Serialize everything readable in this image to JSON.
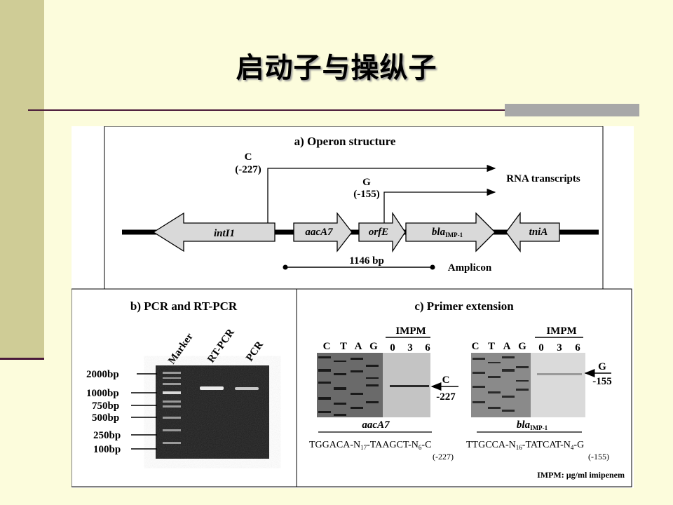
{
  "slide": {
    "title": "启动子与操纵子"
  },
  "figure": {
    "panel_a": {
      "title": "a) Operon structure",
      "promoter1": {
        "base": "C",
        "pos": "(-227)"
      },
      "promoter2": {
        "base": "G",
        "pos": "(-155)"
      },
      "rna_label": "RNA transcripts",
      "genes": [
        {
          "name": "intI1"
        },
        {
          "name": "aacA7"
        },
        {
          "name": "orfE"
        },
        {
          "name": "bla",
          "sub": "IMP-1"
        },
        {
          "name": "tniA"
        }
      ],
      "amplicon_size": "1146 bp",
      "amplicon_label": "Amplicon"
    },
    "panel_b": {
      "title": "b) PCR and RT-PCR",
      "lanes": [
        "Marker",
        "RT-PCR",
        "PCR"
      ],
      "ladder": [
        "2000bp",
        "1000bp",
        "750bp",
        "500bp",
        "250bp",
        "100bp"
      ]
    },
    "panel_c": {
      "title": "c) Primer extension",
      "left": {
        "impm": "IMPM",
        "bases": [
          "C",
          "T",
          "A",
          "G"
        ],
        "conc": [
          "0",
          "3",
          "6"
        ],
        "arrow_base": "C",
        "arrow_pos": "-227",
        "gene": "aacA7",
        "seq": {
          "a": "TGGACA-N",
          "a_sub": "17",
          "b": "-TAAGCT-N",
          "b_sub": "6",
          "c": "-C"
        },
        "seq_pos": "(-227)"
      },
      "right": {
        "impm": "IMPM",
        "bases": [
          "C",
          "T",
          "A",
          "G"
        ],
        "conc": [
          "0",
          "3",
          "6"
        ],
        "arrow_base": "G",
        "arrow_pos": "-155",
        "gene": "bla",
        "gene_sub": "IMP-1",
        "seq": {
          "a": "TTGCCA-N",
          "a_sub": "16",
          "b": "-TATCAT-N",
          "b_sub": "4",
          "c": "-G"
        },
        "seq_pos": "(-155)"
      },
      "legend": "IMPM: µg/ml imipenem"
    }
  }
}
